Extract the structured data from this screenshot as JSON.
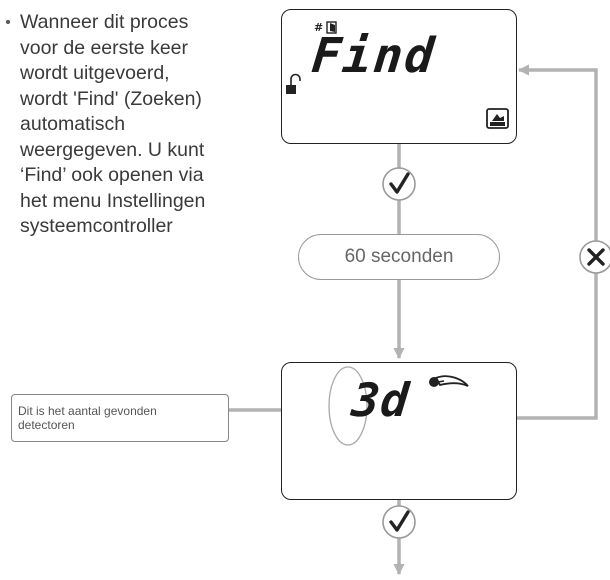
{
  "description": {
    "lines": [
      "Wanneer dit proces",
      "voor de eerste keer",
      "wordt uitgevoerd,",
      "wordt 'Find' (Zoeken)",
      "automatisch",
      "weergegeven. U kunt",
      "‘Find’ ook openen via",
      "het menu Instellingen",
      "systeemcontroller"
    ]
  },
  "top_display": {
    "main_text": "Find",
    "small_text": "#",
    "icons": [
      "unlocked-padlock-icon",
      "door-sensor-icon",
      "menu-return-icon"
    ]
  },
  "timer": {
    "label": "60 seconden"
  },
  "bottom_display": {
    "main_text": "3d",
    "icons": [
      "detector-sensor-icon"
    ]
  },
  "callout": {
    "lines": [
      "Dit is het aantal gevonden",
      "detectoren"
    ]
  },
  "flow_markers": [
    "check-icon",
    "check-icon",
    "cross-icon"
  ],
  "colors": {
    "connector": "#b3b3b3",
    "display_border": "#222222",
    "callout_border": "#888888"
  }
}
